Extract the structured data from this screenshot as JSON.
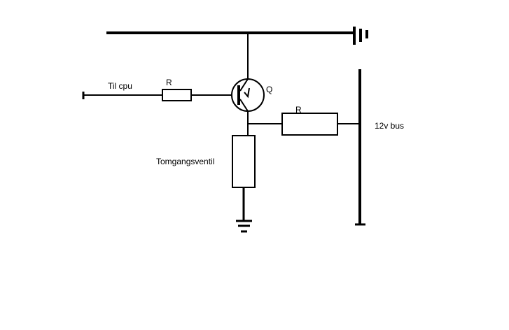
{
  "labels": {
    "input": "Til cpu",
    "resistor_input": "R",
    "transistor": "Q",
    "resistor_bus": "R",
    "load": "Tomgangsventil",
    "bus": "12v bus"
  },
  "colors": {
    "line": "#000000",
    "background": "#ffffff"
  }
}
